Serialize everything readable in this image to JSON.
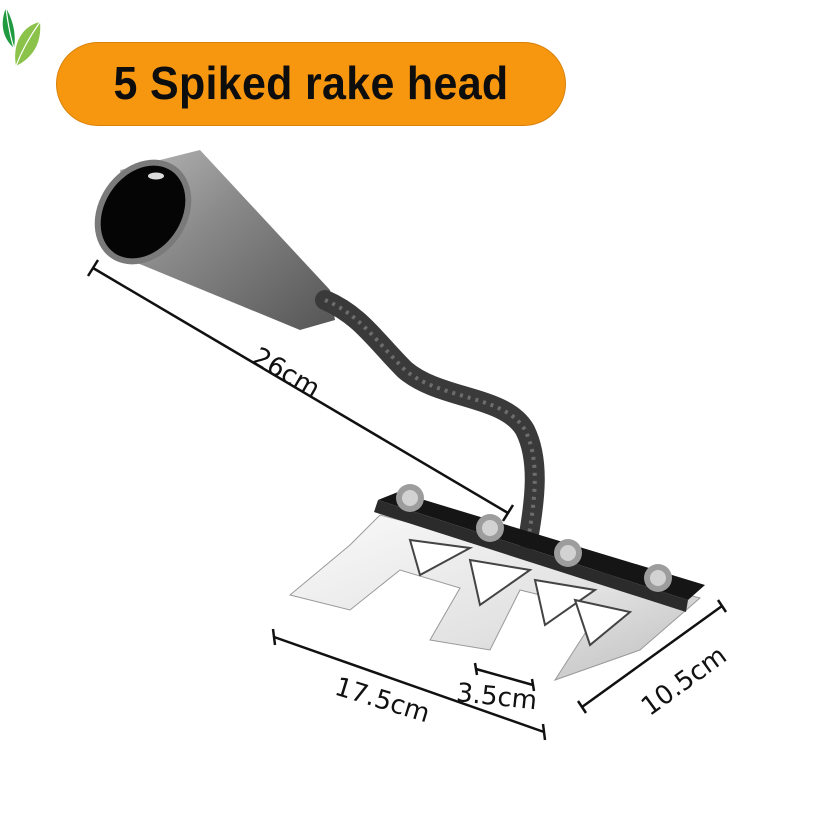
{
  "header": {
    "title": "5 Spiked rake head"
  },
  "logo": {
    "icon": "leaf-icon",
    "colors": [
      "#1f9a3e",
      "#8bc34a"
    ]
  },
  "product": {
    "name": "5 Spiked rake head",
    "tine_count": 5,
    "dimensions": {
      "overall_length": "26cm",
      "head_width": "17.5cm",
      "tine_spacing": "3.5cm",
      "head_depth": "10.5cm"
    }
  },
  "colors": {
    "badge_background": "#f7960f",
    "badge_text": "#0d0d0d",
    "dimension_lines": "#111111"
  }
}
